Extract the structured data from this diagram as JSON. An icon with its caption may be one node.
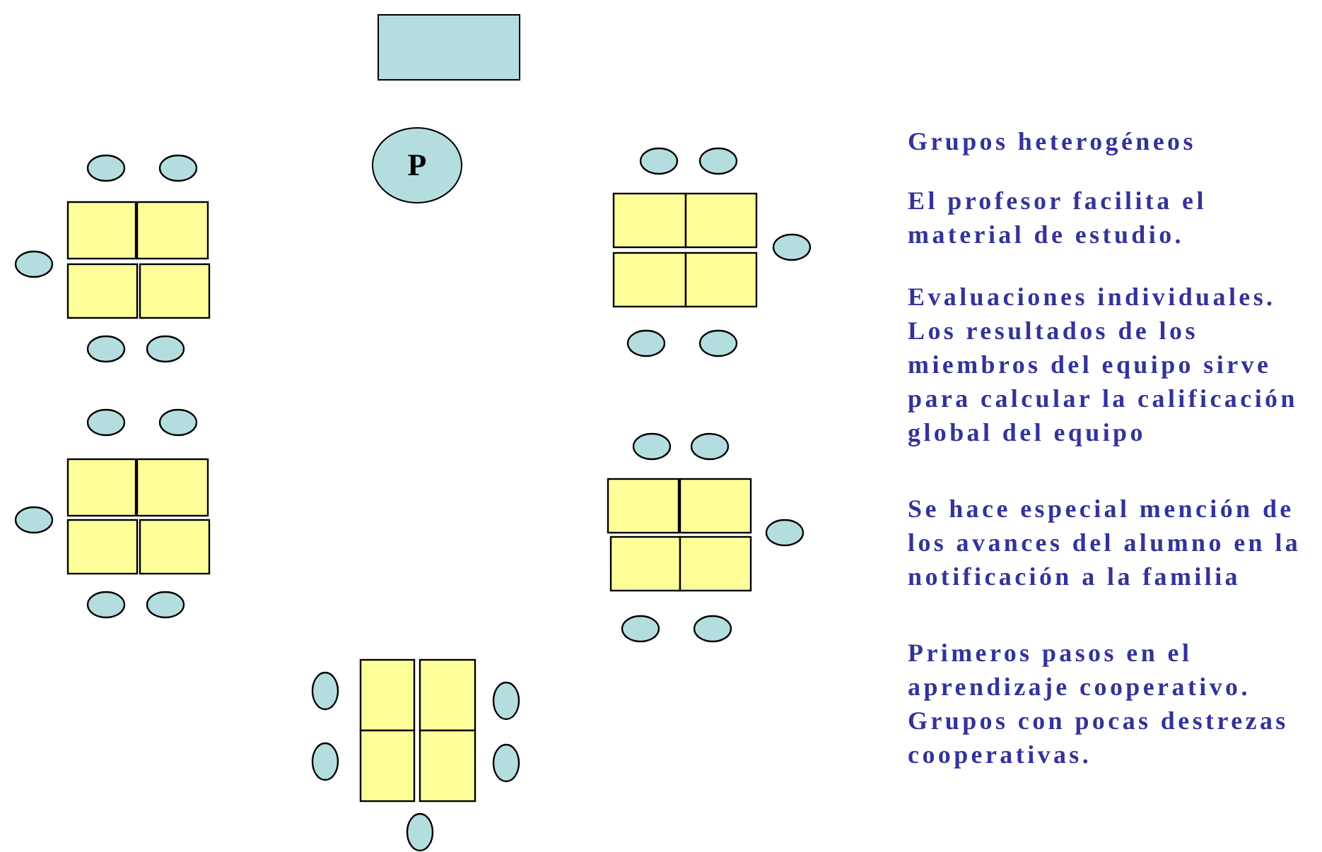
{
  "diagram": {
    "nodes": [
      {
        "text": [],
        "shape": "box"
      },
      {
        "text": [
          "P"
        ]
      }
    ],
    "labels": [
      "Grupos heterogéneos",
      "El profesor facilita el material de estudio.",
      "Evaluaciones individuales. Los resultados de los miembros del equipo sirve para calcular la calificación global del equipo",
      "Se hace especial mención de los avances del alumno en la notificación a la familia",
      "Primeros pasos en el aprendizaje cooperativo. Grupos con pocas destrezas cooperativas."
    ]
  }
}
